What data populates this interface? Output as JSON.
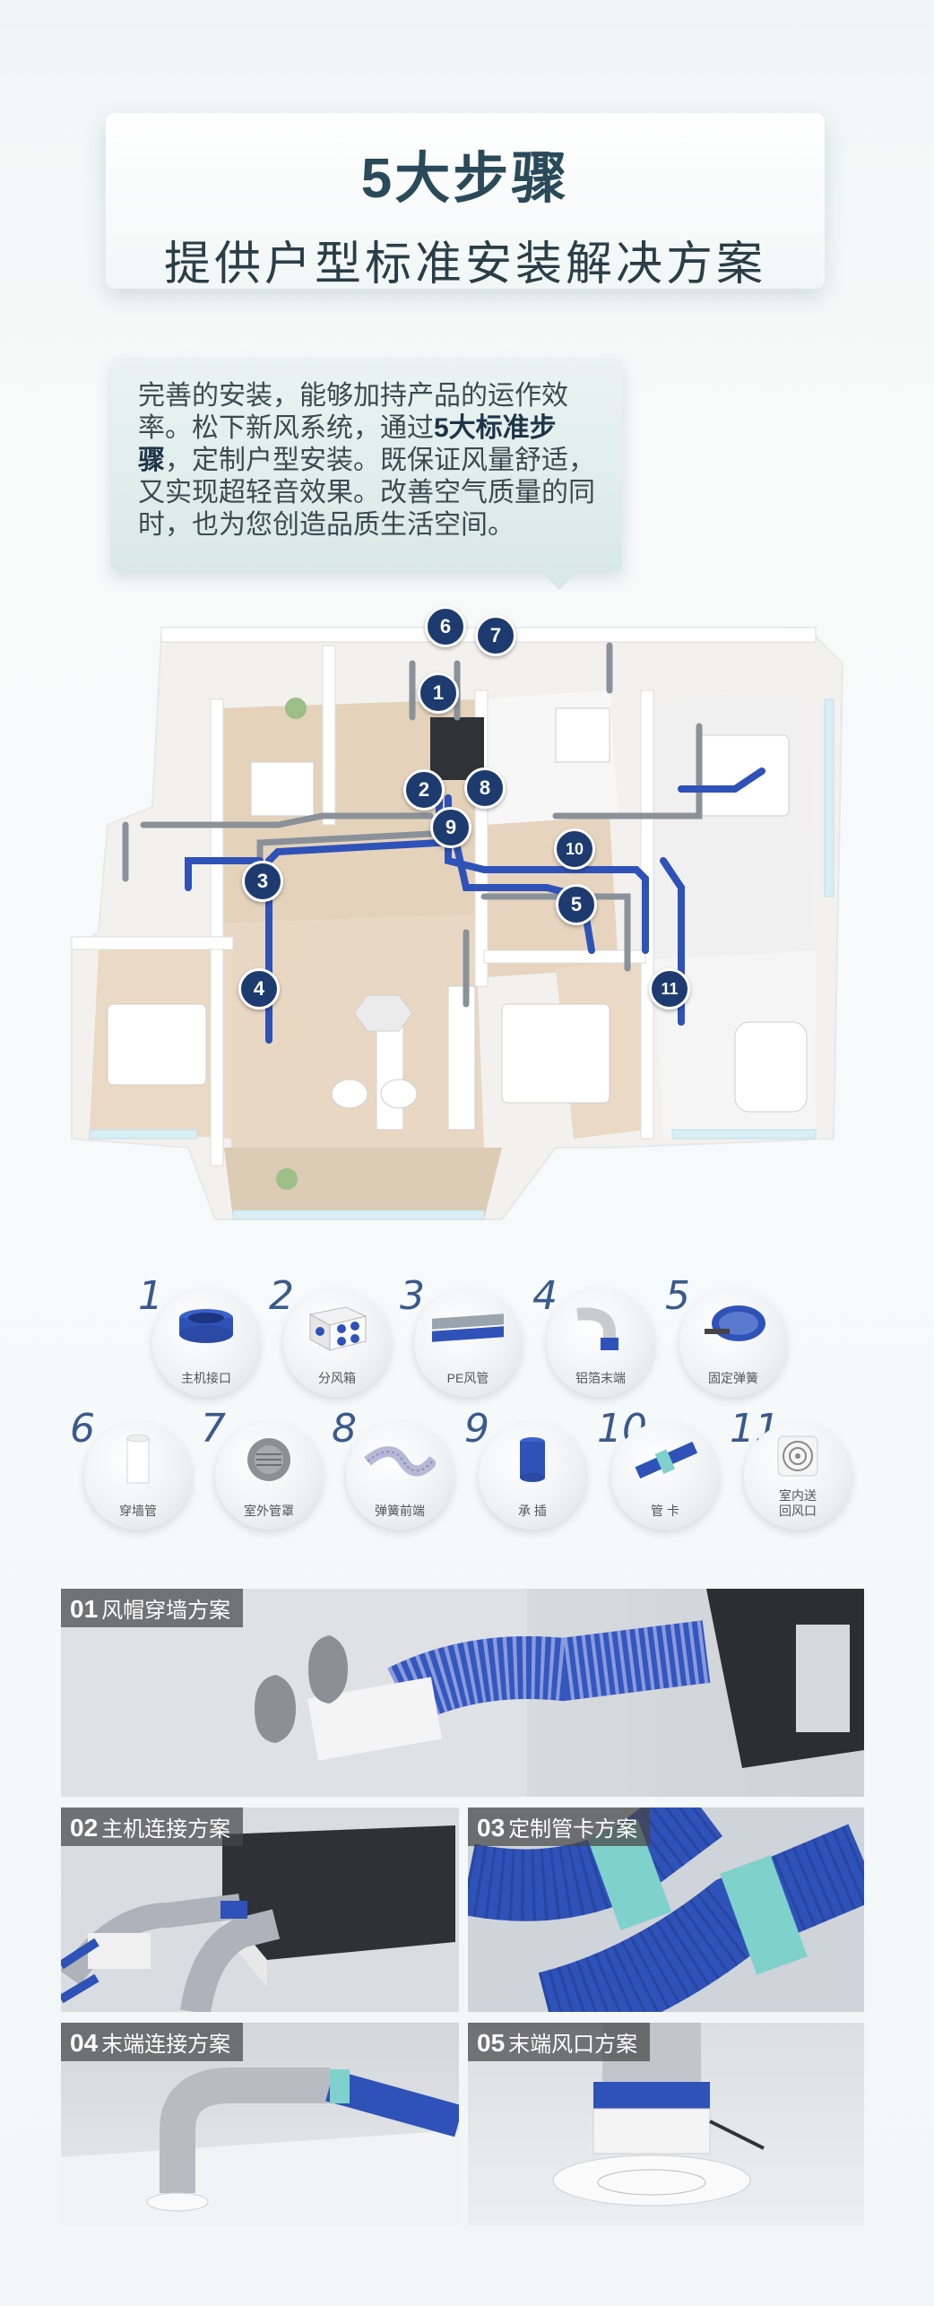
{
  "title": {
    "main": "5大步骤",
    "sub": "提供户型标准安装解决方案"
  },
  "intro": {
    "part1": "完善的安装，能够加持产品的运作效率。松下新风系统，通过",
    "bold": "5大标准步骤",
    "part2": "，定制户型安装。既保证风量舒适，又实现超轻音效果。改善空气质量的同时，也为您创造品质生活空间。"
  },
  "floorplan": {
    "badges": [
      "1",
      "2",
      "3",
      "4",
      "5",
      "6",
      "7",
      "8",
      "9",
      "10",
      "11"
    ]
  },
  "parts": [
    {
      "num": "1",
      "label": "主机接口",
      "icon": "host-connector-icon"
    },
    {
      "num": "2",
      "label": "分风箱",
      "icon": "distribution-box-icon"
    },
    {
      "num": "3",
      "label": "PE风管",
      "icon": "pe-duct-icon"
    },
    {
      "num": "4",
      "label": "铝箔末端",
      "icon": "aluminum-end-icon"
    },
    {
      "num": "5",
      "label": "固定弹簧",
      "icon": "fixing-spring-icon"
    },
    {
      "num": "6",
      "label": "穿墙管",
      "icon": "wall-pipe-icon"
    },
    {
      "num": "7",
      "label": "室外管罩",
      "icon": "outdoor-hood-icon"
    },
    {
      "num": "8",
      "label": "弹簧前端",
      "icon": "spring-front-icon"
    },
    {
      "num": "9",
      "label": "承 插",
      "icon": "socket-icon"
    },
    {
      "num": "10",
      "label": "管 卡",
      "icon": "pipe-clamp-icon"
    },
    {
      "num": "11",
      "label": "室内送\n回风口",
      "icon": "indoor-vent-icon"
    }
  ],
  "panels": [
    {
      "num": "01",
      "label": "风帽穿墙方案"
    },
    {
      "num": "02",
      "label": "主机连接方案"
    },
    {
      "num": "03",
      "label": "定制管卡方案"
    },
    {
      "num": "04",
      "label": "末端连接方案"
    },
    {
      "num": "05",
      "label": "末端风口方案"
    }
  ],
  "colors": {
    "badge": "#1d3b6e",
    "duct_blue": "#2f52b8",
    "gray_duct": "#8a9199",
    "teal_clamp": "#7fd1cc"
  }
}
